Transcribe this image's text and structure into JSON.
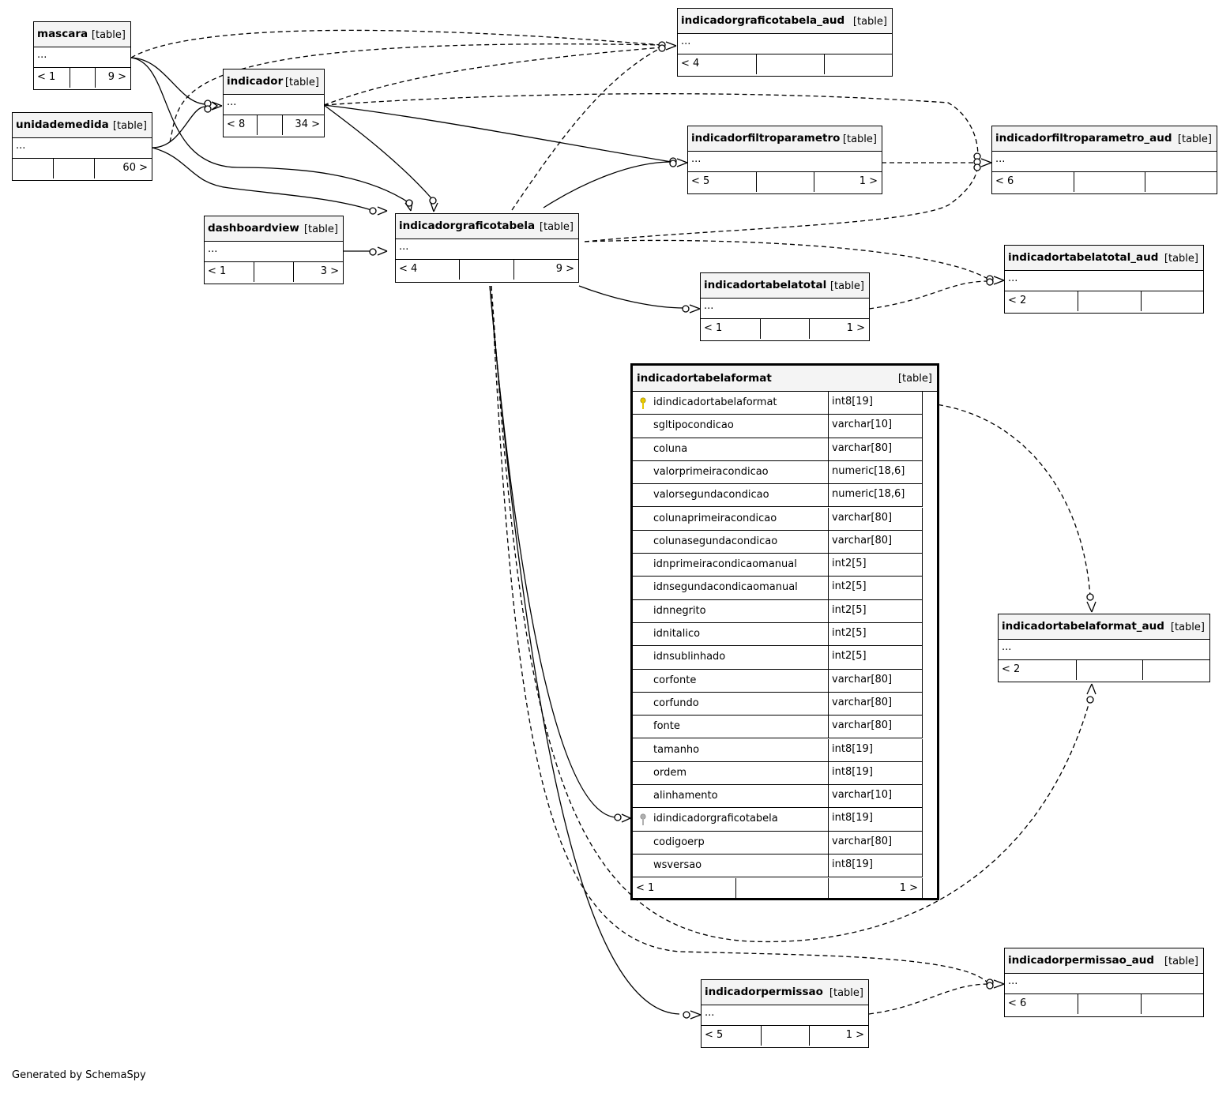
{
  "tables": {
    "mascara": {
      "name": "mascara",
      "tag": "[table]",
      "body": "...",
      "footer": [
        "< 1",
        "",
        "9 >"
      ]
    },
    "unidademedida": {
      "name": "unidademedida",
      "tag": "[table]",
      "body": "...",
      "footer": [
        "",
        "",
        "60 >"
      ]
    },
    "indicador": {
      "name": "indicador",
      "tag": "[table]",
      "body": "...",
      "footer": [
        "< 8",
        "",
        "34 >"
      ]
    },
    "dashboardview": {
      "name": "dashboardview",
      "tag": "[table]",
      "body": "...",
      "footer": [
        "< 1",
        "",
        "3 >"
      ]
    },
    "indicadorgraficotabela": {
      "name": "indicadorgraficotabela",
      "tag": "[table]",
      "body": "...",
      "footer": [
        "< 4",
        "",
        "9 >"
      ]
    },
    "indicadorgraficotabela_aud": {
      "name": "indicadorgraficotabela_aud",
      "tag": "[table]",
      "body": "...",
      "footer": [
        "< 4",
        "",
        ""
      ]
    },
    "indicadorfiltroparametro": {
      "name": "indicadorfiltroparametro",
      "tag": "[table]",
      "body": "...",
      "footer": [
        "< 5",
        "",
        "1 >"
      ]
    },
    "indicadorfiltroparametro_aud": {
      "name": "indicadorfiltroparametro_aud",
      "tag": "[table]",
      "body": "...",
      "footer": [
        "< 6",
        "",
        ""
      ]
    },
    "indicadortabelatotal": {
      "name": "indicadortabelatotal",
      "tag": "[table]",
      "body": "...",
      "footer": [
        "< 1",
        "",
        "1 >"
      ]
    },
    "indicadortabelatotal_aud": {
      "name": "indicadortabelatotal_aud",
      "tag": "[table]",
      "body": "...",
      "footer": [
        "< 2",
        "",
        ""
      ]
    },
    "indicadortabelaformat_aud": {
      "name": "indicadortabelaformat_aud",
      "tag": "[table]",
      "body": "...",
      "footer": [
        "< 2",
        "",
        ""
      ]
    },
    "indicadorpermissao_aud": {
      "name": "indicadorpermissao_aud",
      "tag": "[table]",
      "body": "...",
      "footer": [
        "< 6",
        "",
        ""
      ]
    },
    "indicadorpermissao": {
      "name": "indicadorpermissao",
      "tag": "[table]",
      "body": "...",
      "footer": [
        "< 5",
        "",
        "1 >"
      ]
    }
  },
  "main_table": {
    "name": "indicadortabelaformat",
    "tag": "[table]",
    "columns": [
      {
        "name": "idindicadortabelaformat",
        "type": "int8[19]",
        "key": "primary"
      },
      {
        "name": "sgltipocondicao",
        "type": "varchar[10]",
        "key": ""
      },
      {
        "name": "coluna",
        "type": "varchar[80]",
        "key": ""
      },
      {
        "name": "valorprimeiracondicao",
        "type": "numeric[18,6]",
        "key": ""
      },
      {
        "name": "valorsegundacondicao",
        "type": "numeric[18,6]",
        "key": ""
      },
      {
        "name": "colunaprimeiracondicao",
        "type": "varchar[80]",
        "key": ""
      },
      {
        "name": "colunasegundacondicao",
        "type": "varchar[80]",
        "key": ""
      },
      {
        "name": "idnprimeiracondicaomanual",
        "type": "int2[5]",
        "key": ""
      },
      {
        "name": "idnsegundacondicaomanual",
        "type": "int2[5]",
        "key": ""
      },
      {
        "name": "idnnegrito",
        "type": "int2[5]",
        "key": ""
      },
      {
        "name": "idnitalico",
        "type": "int2[5]",
        "key": ""
      },
      {
        "name": "idnsublinhado",
        "type": "int2[5]",
        "key": ""
      },
      {
        "name": "corfonte",
        "type": "varchar[80]",
        "key": ""
      },
      {
        "name": "corfundo",
        "type": "varchar[80]",
        "key": ""
      },
      {
        "name": "fonte",
        "type": "varchar[80]",
        "key": ""
      },
      {
        "name": "tamanho",
        "type": "int8[19]",
        "key": ""
      },
      {
        "name": "ordem",
        "type": "int8[19]",
        "key": ""
      },
      {
        "name": "alinhamento",
        "type": "varchar[10]",
        "key": ""
      },
      {
        "name": "idindicadorgraficotabela",
        "type": "int8[19]",
        "key": "foreign"
      },
      {
        "name": "codigoerp",
        "type": "varchar[80]",
        "key": ""
      },
      {
        "name": "wsversao",
        "type": "int8[19]",
        "key": ""
      }
    ],
    "footer": [
      "< 1",
      "",
      "1 >"
    ]
  },
  "colors": {
    "primary_key": "#e8c800",
    "foreign_key": "#b0b0b0",
    "header_bg": "#f4f4f4"
  },
  "footer_text": "Generated by SchemaSpy"
}
